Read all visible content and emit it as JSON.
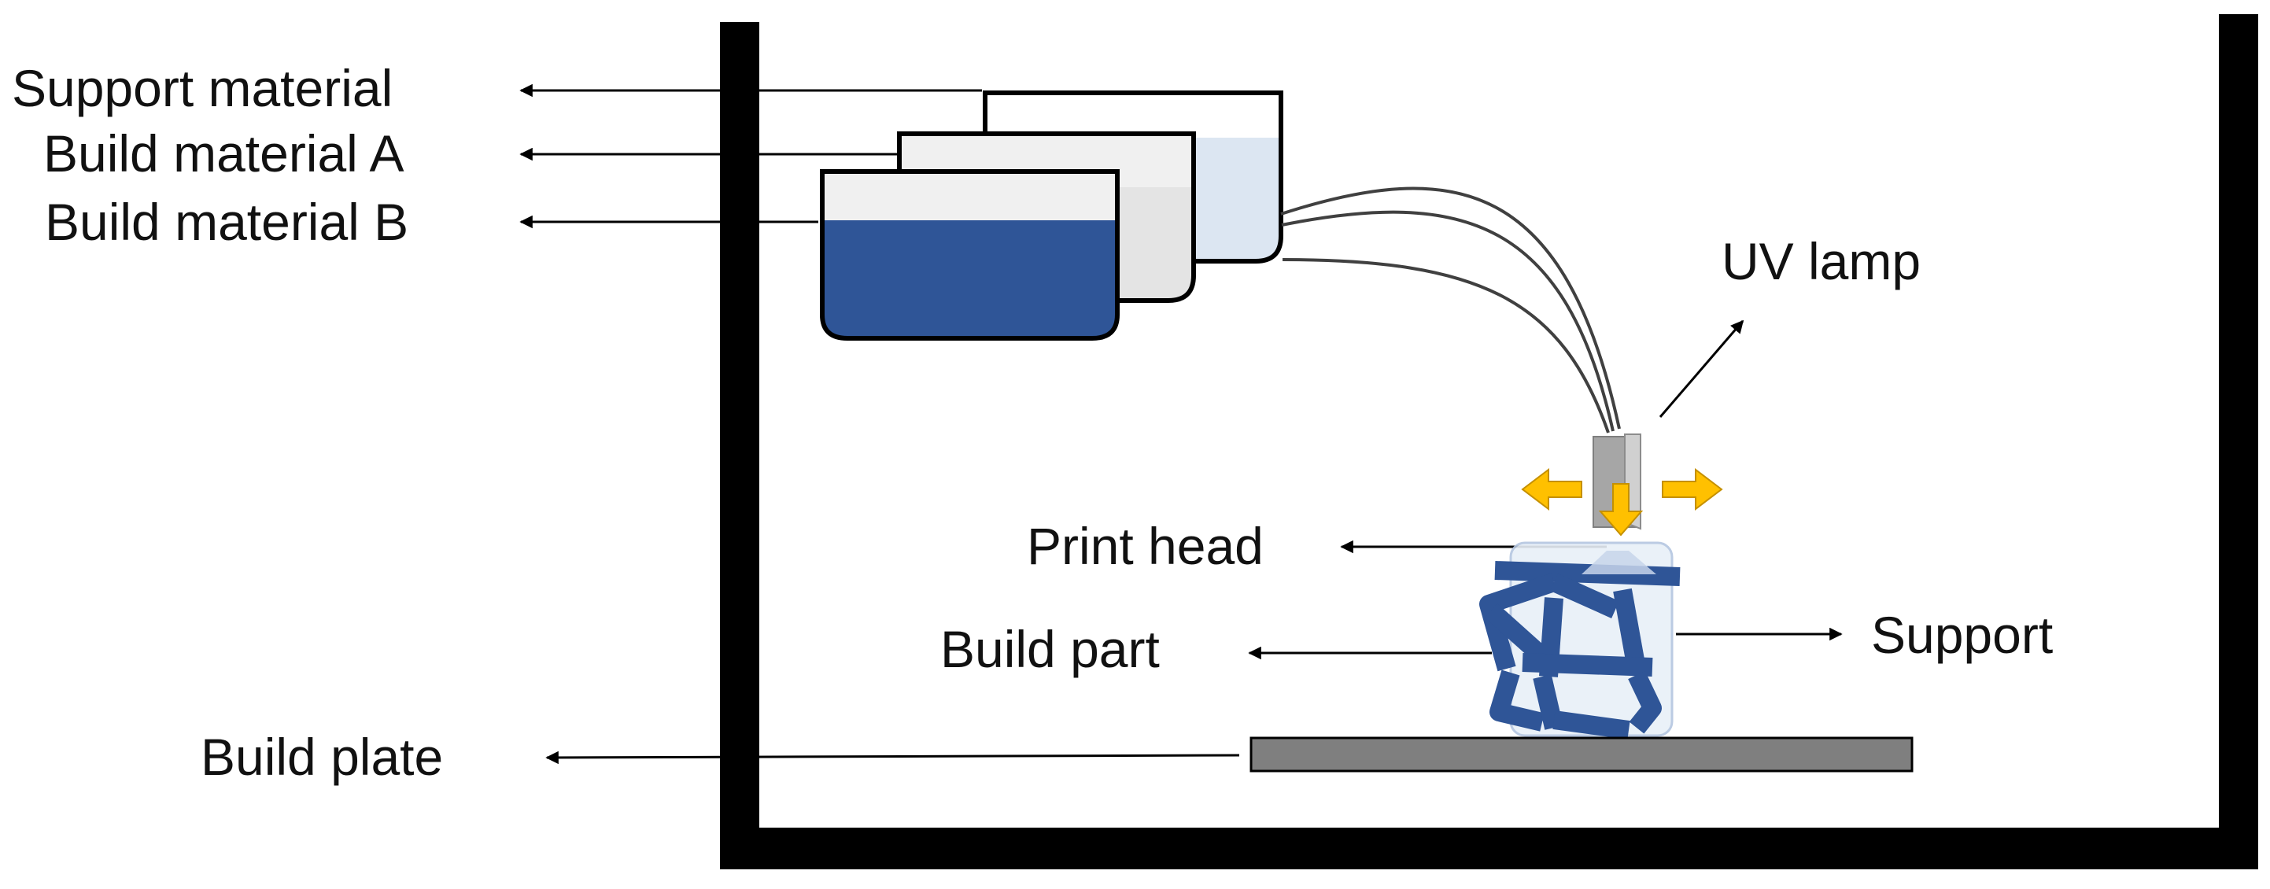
{
  "labels": {
    "support_material": "Support material",
    "build_material_a": "Build material A",
    "build_material_b": "Build material B",
    "uv_lamp": "UV lamp",
    "print_head": "Print head",
    "build_part": "Build part",
    "support": "Support",
    "build_plate": "Build plate"
  },
  "colors": {
    "frame": "#000000",
    "resin_dark": "#2f5597",
    "resin_light": "#dce6f2",
    "tank_fill": "#f0f0f0",
    "print_head": "#a6a6a6",
    "motion_arrows": "#ffc000",
    "build_plate": "#7f7f7f",
    "support_fill": "#e8f0f8"
  }
}
